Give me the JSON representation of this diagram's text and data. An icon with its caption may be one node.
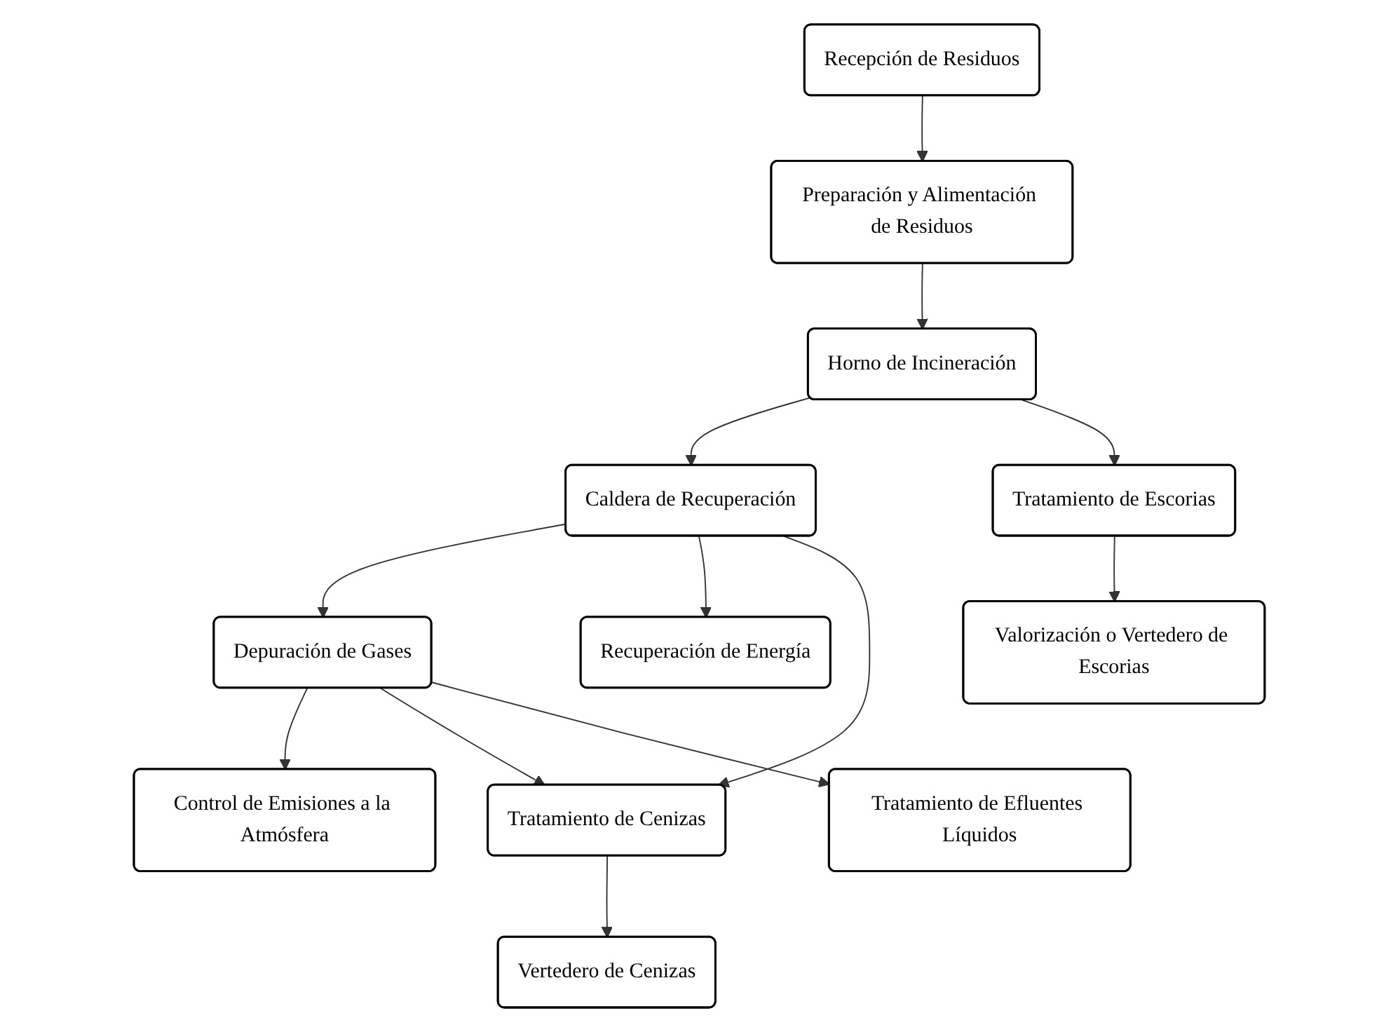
{
  "diagram": {
    "nodes": [
      {
        "text": [
          "Recepción de Residuos"
        ]
      },
      {
        "text": [
          "Recuperación de Energía"
        ]
      },
      {
        "text": [
          "Control de Emisiones a la Atmósfera"
        ]
      },
      {
        "text": [
          "Preparación y Alimentación de Residuos"
        ]
      },
      {
        "text": [
          "Horno de Incineración"
        ]
      },
      {
        "text": [
          "Caldera de Recuperación"
        ]
      },
      {
        "text": [
          "Depuración de Gases"
        ]
      },
      {
        "text": [
          "Tratamiento de Escorias"
        ]
      },
      {
        "text": [
          "Tratamiento de Cenizas"
        ]
      },
      {
        "text": [
          "Valorización o Vertedero de Escorias"
        ]
      },
      {
        "text": [
          "Vertedero de Cenizas"
        ]
      },
      {
        "text": [
          "Tratamiento de Efluentes Líquidos"
        ]
      }
    ],
    "edges": [
      {
        "from": 0,
        "to": 3,
        "arrow": "to"
      },
      {
        "from": 3,
        "to": 4,
        "arrow": "to"
      },
      {
        "from": 4,
        "to": 5,
        "arrow": "to"
      },
      {
        "from": 5,
        "to": 6,
        "arrow": "to"
      },
      {
        "from": 5,
        "to": 1,
        "arrow": "to"
      },
      {
        "from": 6,
        "to": 2,
        "arrow": "to"
      },
      {
        "from": 4,
        "to": 7,
        "arrow": "to"
      },
      {
        "from": 5,
        "to": 8,
        "arrow": "to"
      },
      {
        "from": 6,
        "to": 8,
        "arrow": "to"
      },
      {
        "from": 6,
        "to": 11,
        "arrow": "to"
      },
      {
        "from": 7,
        "to": 9,
        "arrow": "to"
      },
      {
        "from": 8,
        "to": 10,
        "arrow": "to"
      }
    ]
  }
}
